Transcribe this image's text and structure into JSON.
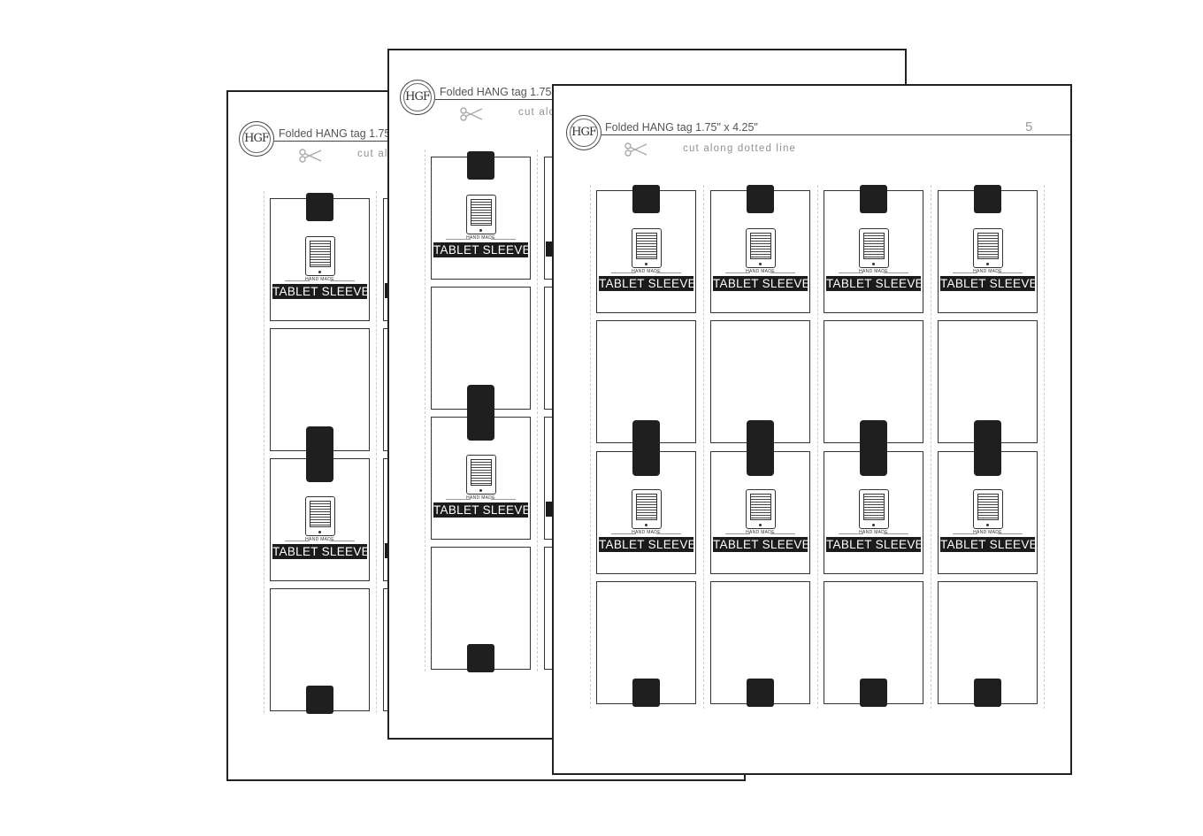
{
  "sheets": [
    {
      "id": "back",
      "logo": "HGF",
      "title": "Folded HANG tag 1.75",
      "cut_instruction": "cut alo",
      "page_number": "",
      "columns_visible": 1,
      "tag": {
        "maker_line": "HAND MADE",
        "label": "TABLET SLEEVE"
      }
    },
    {
      "id": "middle",
      "logo": "HGF",
      "title": "Folded HANG tag 1.75",
      "cut_instruction": "cut alo",
      "page_number": "",
      "columns_visible": 1,
      "tag": {
        "maker_line": "HAND MADE",
        "label": "TABLET SLEEVE"
      }
    },
    {
      "id": "front",
      "logo": "HGF",
      "title": "Folded HANG tag 1.75\" x 4.25\"",
      "cut_instruction": "cut along dotted line",
      "page_number": "5",
      "columns_visible": 4,
      "tag": {
        "maker_line": "HAND MADE",
        "label": "TABLET SLEEVE"
      }
    }
  ],
  "icons": {
    "logo": "monogram-circle-icon",
    "scissors": "scissors-icon",
    "tablet": "tablet-icon"
  },
  "colors": {
    "ink": "#1f1f1f",
    "outline": "#333333",
    "muted": "#909090"
  }
}
